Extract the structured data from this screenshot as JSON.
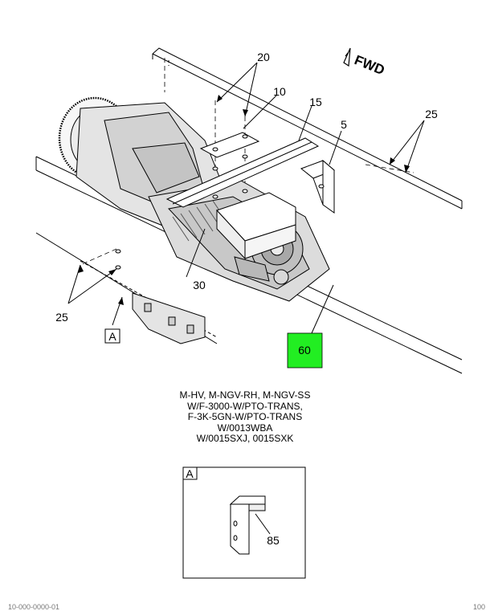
{
  "direction_label": "FWD",
  "callouts": {
    "c20": "20",
    "c10": "10",
    "c15": "15",
    "c5": "5",
    "c25_right": "25",
    "c25_left": "25",
    "c30": "30",
    "c60": "60",
    "c85": "85",
    "view_ref": "A",
    "detail_label": "A"
  },
  "highlight_color": "#22ee22",
  "caption_lines": [
    "M-HV, M-NGV-RH, M-NGV-SS",
    "W/F-3000-W/PTO-TRANS,",
    "F-3K-5GN-W/PTO-TRANS",
    "W/0013WBA",
    "W/0015SXJ, 0015SXK"
  ],
  "footer": {
    "left": "10-000-0000-01",
    "right": "100"
  }
}
